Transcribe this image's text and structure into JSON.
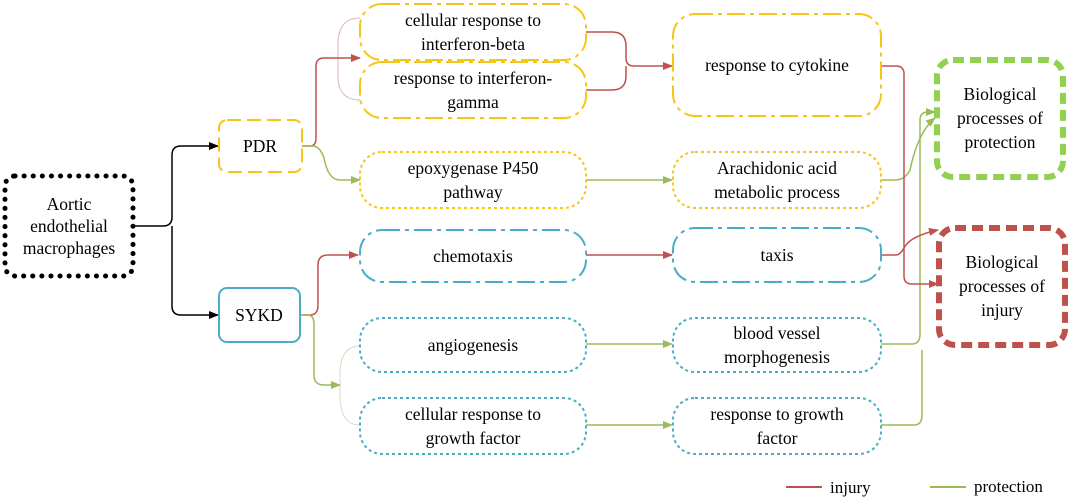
{
  "colors": {
    "injury": "#c0504d",
    "protection": "#9bbb59",
    "yellow": "#f5c518",
    "blue": "#4bacc6",
    "green_thick": "#92d050",
    "red_thick": "#c0504d",
    "grey": "#bfbfbf"
  },
  "nodes": {
    "aortic": [
      "Aortic",
      "endothelial",
      "macrophages"
    ],
    "pdr": [
      "PDR"
    ],
    "sykd": [
      "SYKD"
    ],
    "ifnb": [
      "cellular response to",
      "interferon-beta"
    ],
    "ifng": [
      "response to interferon-",
      "gamma"
    ],
    "epox": [
      "epoxygenase P450",
      "pathway"
    ],
    "chemo": [
      "chemotaxis"
    ],
    "angio": [
      "angiogenesis"
    ],
    "growth": [
      "cellular response to",
      "growth factor"
    ],
    "cytokine": [
      "response to cytokine"
    ],
    "arach": [
      "Arachidonic acid",
      "metabolic process"
    ],
    "taxis": [
      "taxis"
    ],
    "vessel": [
      "blood vessel",
      "morphogenesis"
    ],
    "rgrowth": [
      "response to growth",
      "factor"
    ],
    "protect": [
      "Biological",
      "processes of",
      "protection"
    ],
    "injury": [
      "Biological",
      "processes of",
      "injury"
    ]
  },
  "legend": {
    "injury": "injury",
    "protection": "protection"
  }
}
